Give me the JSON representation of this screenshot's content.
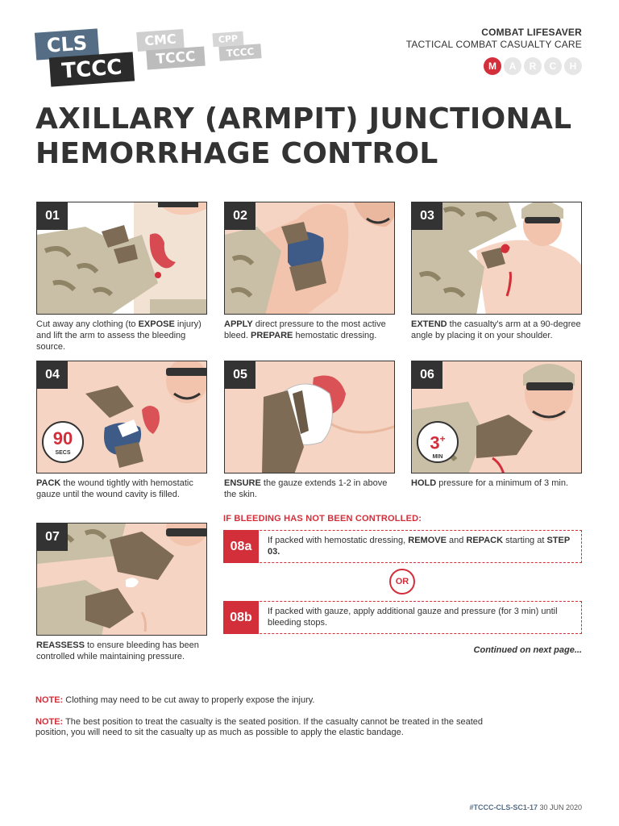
{
  "brand": {
    "logo1": {
      "top": "CLS",
      "bottom": "TCCC"
    },
    "logo2": {
      "top": "CMC",
      "bottom": "TCCC"
    },
    "logo3": {
      "top": "CPP",
      "bottom": "TCCC"
    }
  },
  "header": {
    "course": "COMBAT LIFESAVER",
    "subtitle": "TACTICAL COMBAT CASUALTY CARE",
    "march": [
      "M",
      "A",
      "R",
      "C",
      "H"
    ],
    "march_active": "M",
    "accent": "#d32f3b"
  },
  "title": {
    "line1": "AXILLARY (ARMPIT) JUNCTIONAL",
    "line2": "HEMORRHAGE CONTROL"
  },
  "steps": {
    "s01": {
      "num": "01",
      "pre": "Cut away any clothing (to ",
      "b1": "EXPOSE",
      "mid": " injury) and lift the arm to assess the bleeding source."
    },
    "s02": {
      "num": "02",
      "b1": "APPLY",
      "mid": " direct pressure to the most active bleed. ",
      "b2": "PREPARE",
      "post": " hemostatic dressing."
    },
    "s03": {
      "num": "03",
      "b1": "EXTEND",
      "mid": " the casualty's arm at a 90-degree angle by placing it on your shoulder."
    },
    "s04": {
      "num": "04",
      "b1": "PACK",
      "mid": " the wound tightly with hemostatic gauze until the wound cavity is filled.",
      "timer_value": "90",
      "timer_unit": "SECS"
    },
    "s05": {
      "num": "05",
      "b1": "ENSURE",
      "mid": " the gauze extends 1-2 in above the skin."
    },
    "s06": {
      "num": "06",
      "b1": "HOLD",
      "mid": " pressure for a minimum of 3 min.",
      "timer_value": "3",
      "timer_sup": "+",
      "timer_unit": "MIN"
    },
    "s07": {
      "num": "07",
      "b1": "REASSESS",
      "mid": " to ensure bleeding has been controlled while maintaining pressure."
    }
  },
  "branch": {
    "heading": "IF BLEEDING HAS NOT BEEN CONTROLLED:",
    "a": {
      "tag": "08a",
      "pre": "If packed with hemostatic dressing, ",
      "b1": "REMOVE",
      "mid": " and ",
      "b2": "REPACK",
      "mid2": " starting at ",
      "b3": "STEP 03."
    },
    "or": "OR",
    "b": {
      "tag": "08b",
      "text": "If packed with gauze, apply additional gauze and pressure (for 3 min) until bleeding stops."
    },
    "continued": "Continued on next page..."
  },
  "notes": [
    {
      "label": "NOTE:",
      "text": " Clothing may need to be cut away to properly expose the injury."
    },
    {
      "label": "NOTE:",
      "text": " The best position to treat the casualty is the seated position. If the casualty cannot be treated in the seated position, you will need to sit the casualty up as much as possible to apply the elastic bandage."
    }
  ],
  "footer": {
    "code": "#TCCC-CLS-SC1-17",
    "date": " 30 JUN 2020"
  }
}
